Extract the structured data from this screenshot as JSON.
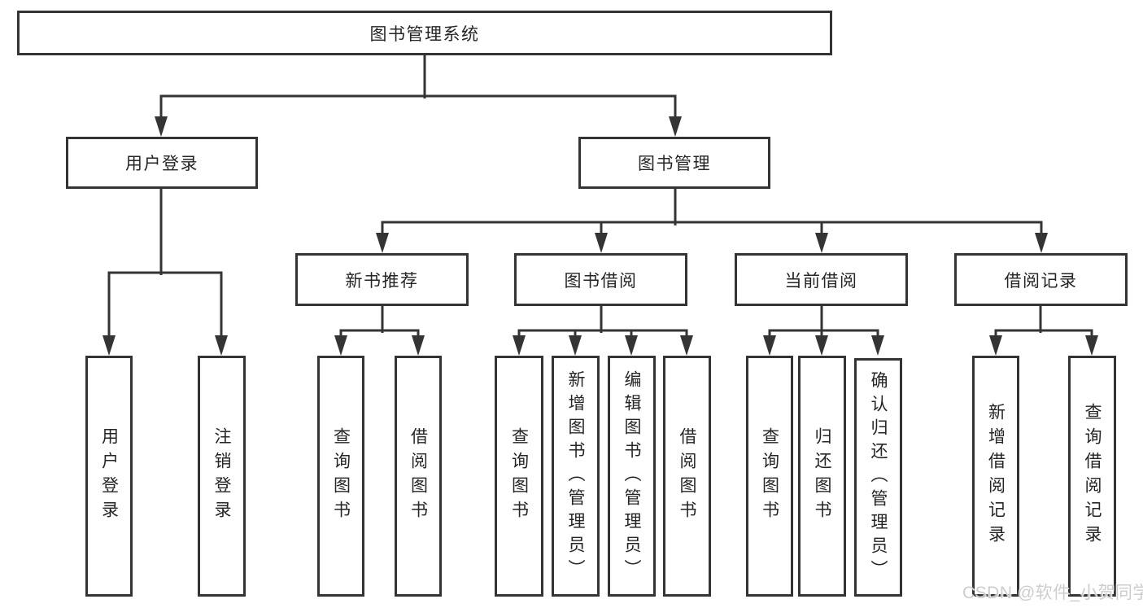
{
  "diagram": {
    "title": "图书管理系统",
    "tree": {
      "label": "图书管理系统",
      "children": [
        {
          "label": "用户登录",
          "children": [
            {
              "label": "用户登录"
            },
            {
              "label": "注销登录"
            }
          ]
        },
        {
          "label": "图书管理",
          "children": [
            {
              "label": "新书推荐",
              "children": [
                {
                  "label": "查询图书"
                },
                {
                  "label": "借阅图书"
                }
              ]
            },
            {
              "label": "图书借阅",
              "children": [
                {
                  "label": "查询图书"
                },
                {
                  "label": "新增图书（管理员）"
                },
                {
                  "label": "编辑图书（管理员）"
                },
                {
                  "label": "借阅图书"
                }
              ]
            },
            {
              "label": "当前借阅",
              "children": [
                {
                  "label": "查询图书"
                },
                {
                  "label": "归还图书"
                },
                {
                  "label": "确认归还（管理员）"
                }
              ]
            },
            {
              "label": "借阅记录",
              "children": [
                {
                  "label": "新增借阅记录"
                },
                {
                  "label": "查询借阅记录"
                }
              ]
            }
          ]
        }
      ]
    },
    "colors": {
      "line": "#343434",
      "text": "#252525",
      "background": "#ffffff",
      "watermark": "#c9c9c9"
    }
  },
  "watermark": {
    "text": "CSDN @软件_小贺同学"
  }
}
